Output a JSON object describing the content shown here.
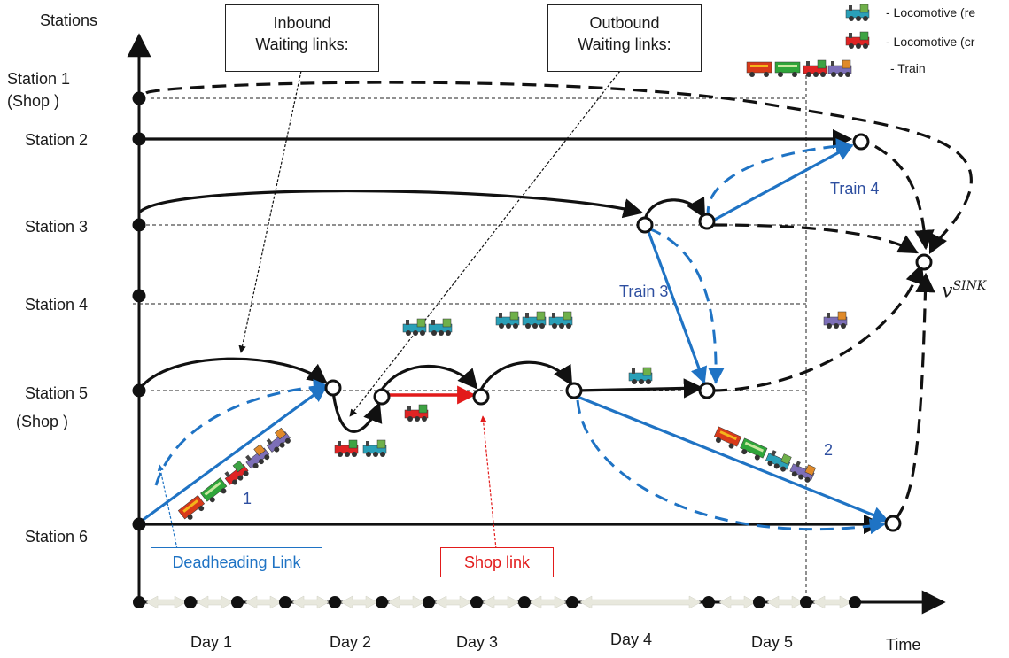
{
  "axes": {
    "y_title": "Stations",
    "x_title": "Time"
  },
  "stations": [
    {
      "name": "Station 1",
      "note": "(Shop )"
    },
    {
      "name": "Station 2",
      "note": ""
    },
    {
      "name": "Station 3",
      "note": ""
    },
    {
      "name": "Station 4",
      "note": ""
    },
    {
      "name": "Station 5",
      "note": "(Shop )"
    },
    {
      "name": "Station 6",
      "note": ""
    }
  ],
  "days": [
    "Day 1",
    "Day 2",
    "Day 3",
    "Day 4",
    "Day 5"
  ],
  "callouts": {
    "inbound_line1": "Inbound",
    "inbound_line2": "Waiting links:",
    "outbound_line1": "Outbound",
    "outbound_line2": "Waiting links:",
    "deadheading": "Deadheading Link",
    "shop": "Shop link"
  },
  "train_labels": {
    "train4": "Train 4",
    "train3": "Train 3",
    "train1": "1",
    "train2": "2"
  },
  "sink_label": "v",
  "sink_sup": "SINK",
  "legend": [
    {
      "icon": "blue-locomotive-icon",
      "text": "- Locomotive (re"
    },
    {
      "icon": "red-locomotive-icon",
      "text": "- Locomotive (cr"
    },
    {
      "icon": "train-icon",
      "text": "- Train"
    }
  ],
  "colors": {
    "black": "#111111",
    "blue": "#1f73c4",
    "red": "#e21b1b",
    "label_blue": "#2e4fa0"
  }
}
